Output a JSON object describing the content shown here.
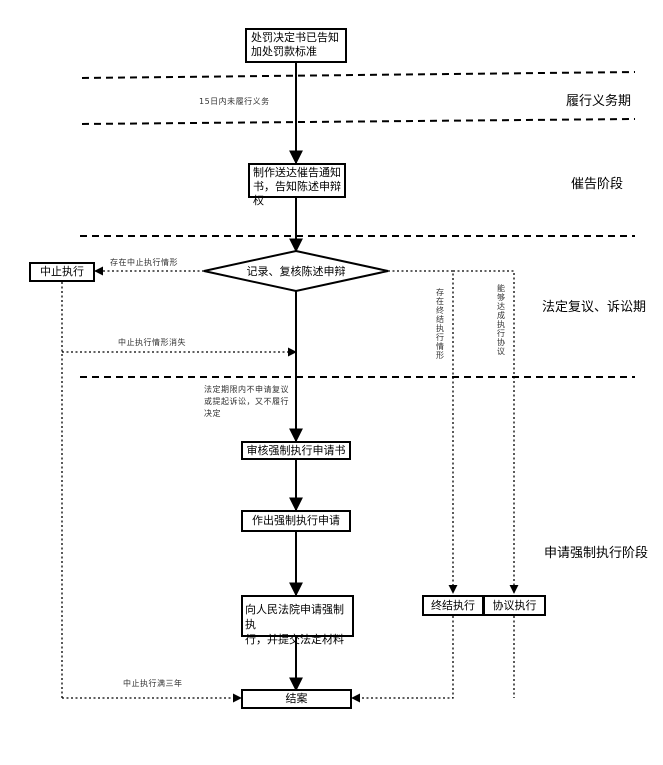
{
  "boxes": {
    "decision_notice": {
      "line1": "处罚决定书已告知",
      "line2": "加处罚款标准"
    },
    "urge_notice": {
      "line1": "制作送达催告通知",
      "line2": "书，告知陈述申辩权"
    },
    "record_review": "记录、复核陈述申辩",
    "suspend": "中止执行",
    "review_application": "审核强制执行申请书",
    "make_application": "作出强制执行申请",
    "apply_court": {
      "line1": "向人民法院申请强制执",
      "line2": "行，并提交法定材料"
    },
    "terminate": "终结执行",
    "agreement": "协议执行",
    "close_case": "结案"
  },
  "stages": {
    "fulfil": "履行义务期",
    "urge": "催告阶段",
    "review_litigation": "法定复议、诉讼期",
    "enforcement": "申请强制执行阶段"
  },
  "notes": {
    "not_fulfilled_15": "15日内未履行义务",
    "suspend_situation": "存在中止执行情形",
    "suspend_ended": "中止执行情形消失",
    "no_review": "法定期限内不申请复议或提起诉讼，又不履行决定",
    "termination_situation": "存在终结执行情形",
    "agreement_reached": "能够达成执行协议",
    "suspend_three_years": "中止执行满三年"
  }
}
